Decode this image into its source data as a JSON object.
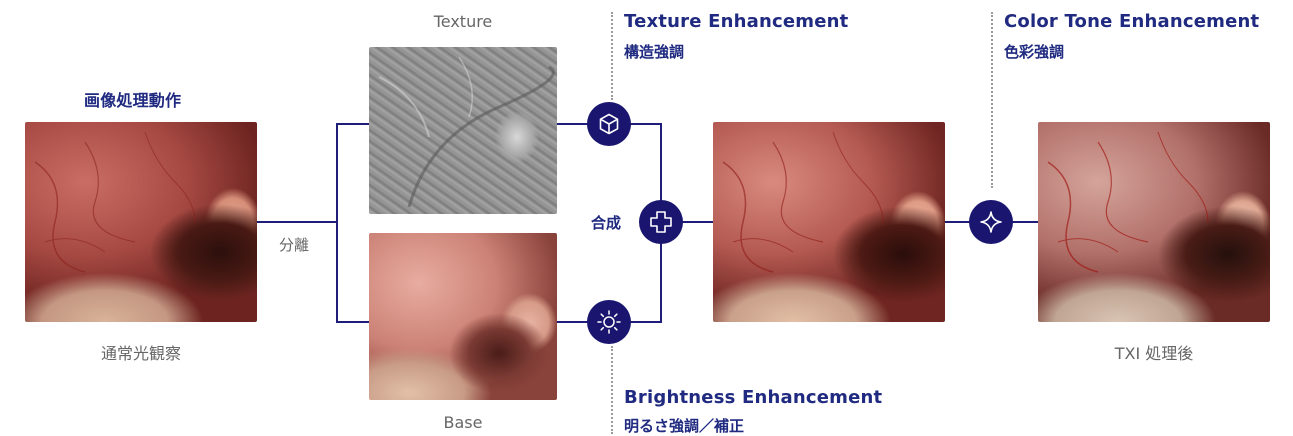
{
  "left": {
    "heading": "画像処理動作",
    "caption": "通常光観察",
    "split_label": "分離"
  },
  "texture": {
    "label": "Texture"
  },
  "base": {
    "label": "Base"
  },
  "merge": {
    "label": "合成"
  },
  "texture_enh": {
    "title": "Texture Enhancement",
    "subtitle": "構造強調"
  },
  "brightness_enh": {
    "title": "Brightness Enhancement",
    "subtitle": "明るさ強調／補正"
  },
  "color_enh": {
    "title": "Color Tone Enhancement",
    "subtitle": "色彩強調"
  },
  "right": {
    "caption": "TXI 処理後"
  },
  "icons": {
    "texture_node": "cube-icon",
    "brightness_node": "sun-icon",
    "merge_node": "plus-icon",
    "color_node": "sparkle-icon"
  },
  "colors": {
    "accent": "#1f1d7a",
    "title": "#1f2a80"
  }
}
